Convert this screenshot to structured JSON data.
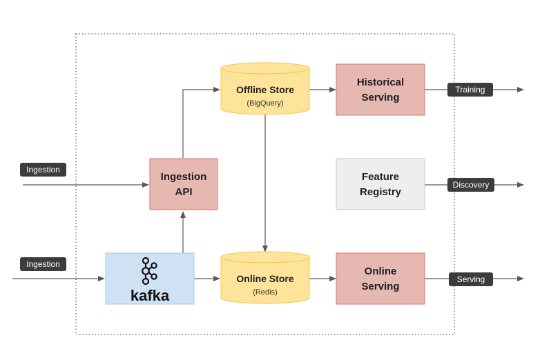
{
  "colors": {
    "red_fill": "#e6b8b2",
    "red_stroke": "#d9756c",
    "yellow_fill": "#fde49a",
    "yellow_stroke": "#f4c542",
    "blue_fill": "#cfe2f3",
    "blue_stroke": "#9fc5e8",
    "gray_fill": "#eeeeee",
    "gray_stroke": "#c8c8c8",
    "label_fill": "#3c3c3c",
    "arrow": "#595959"
  },
  "nodes": {
    "historical_serving": {
      "line1": "Historical",
      "line2": "Serving"
    },
    "feature_registry": {
      "line1": "Feature",
      "line2": "Registry"
    },
    "online_serving": {
      "line1": "Online",
      "line2": "Serving"
    },
    "ingestion_api": {
      "line1": "Ingestion",
      "line2": "API"
    },
    "offline_store": {
      "title": "Offline Store",
      "subtitle": "(BigQuery)"
    },
    "online_store": {
      "title": "Online Store",
      "subtitle": "(Redis)"
    },
    "kafka": {
      "wordmark": "kafka",
      "icon": "kafka-logo-icon"
    }
  },
  "labels": {
    "ingestion_top": "Ingestion",
    "ingestion_bottom": "Ingestion",
    "training": "Training",
    "discovery": "Discovery",
    "serving": "Serving"
  }
}
